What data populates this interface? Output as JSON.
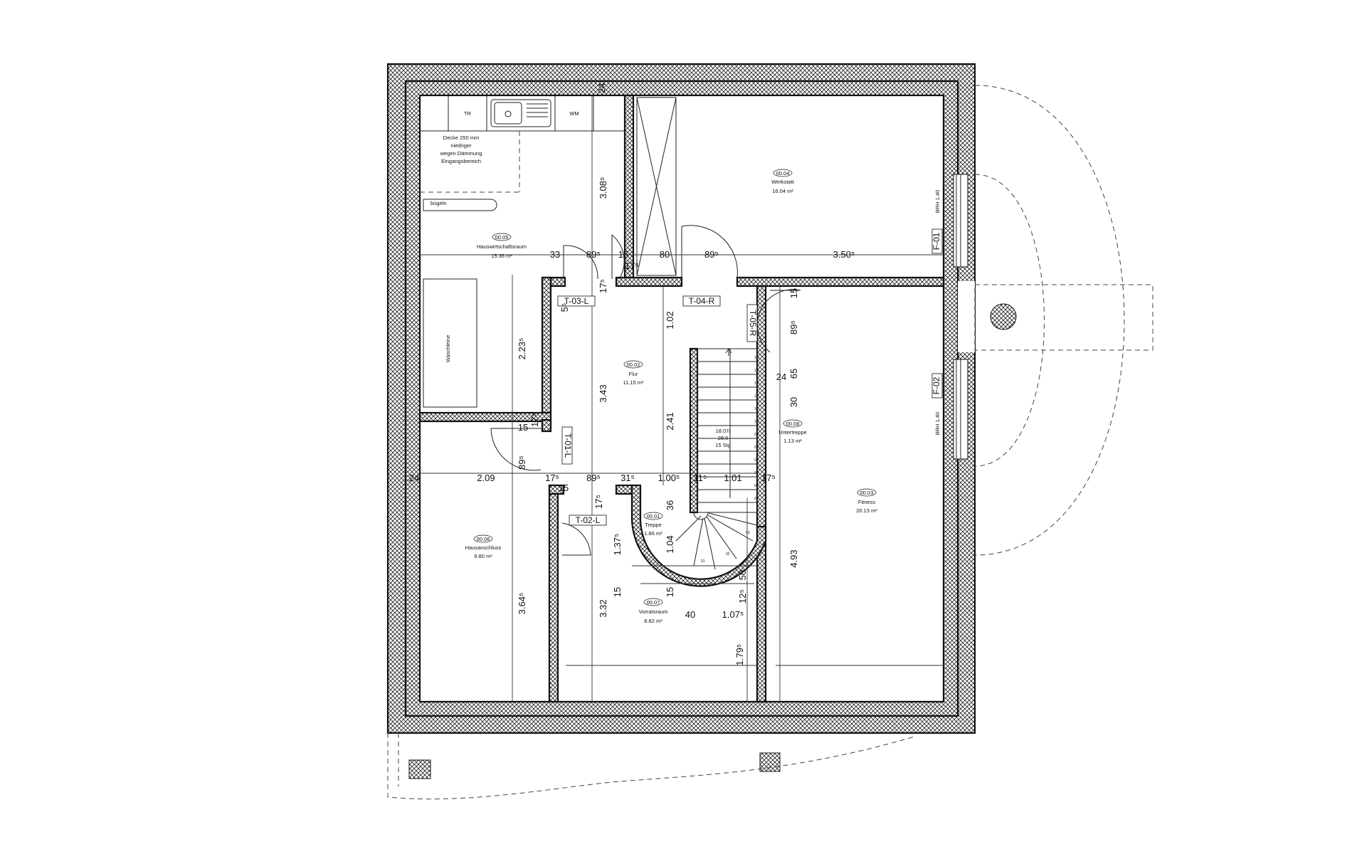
{
  "rooms": [
    {
      "id": "00.05",
      "name": "Hauswirtschaftsraum",
      "area": "15.36 m²"
    },
    {
      "id": "00.04",
      "name": "Werkstatt",
      "area": "16.04 m²"
    },
    {
      "id": "00.02",
      "name": "Flur",
      "area": "11.15 m²"
    },
    {
      "id": "00.08",
      "name": "Untertreppe",
      "area": "1.13 m²"
    },
    {
      "id": "00.03",
      "name": "Fitness",
      "area": "20.13 m²"
    },
    {
      "id": "00.06",
      "name": "Hausanschluss",
      "area": "9.80 m²"
    },
    {
      "id": "00.01",
      "name": "Treppe",
      "area": "1.86 m²"
    },
    {
      "id": "00.07",
      "name": "Vorratsraum",
      "area": "8.82 m²"
    }
  ],
  "doors": [
    "T-01-L",
    "T-02-L",
    "T-03-L",
    "T-04-R",
    "T-05-R"
  ],
  "windows": [
    "F-01",
    "F-02"
  ],
  "window_notes": [
    "BRH 1.40",
    "BRH 1.40"
  ],
  "fixtures": {
    "tr": "TR",
    "wm": "WM",
    "buegeln": "bügeln",
    "waschleine": "Waschleine"
  },
  "note": [
    "Decke 250 mm",
    "niedriger",
    "wegen Dämmung",
    "Eingangsbereich"
  ],
  "stair": {
    "spec": [
      "18.07/",
      "28.0",
      "15 Stg"
    ],
    "steps": [
      "15",
      "14",
      "13",
      "12",
      "11",
      "10",
      "09",
      "08",
      "07",
      "06",
      "05",
      "04",
      "03",
      "02",
      "01"
    ]
  },
  "dims": {
    "d33": "33",
    "d89a": "89⁵",
    "d15a": "15",
    "d175a": "17⁵",
    "d80": "80",
    "d89b": "89⁵",
    "d350": "3.50⁵",
    "d175b": "17⁵",
    "d55": "5⁵",
    "d102": "1.02",
    "d15b": "15",
    "d895v": "89⁵",
    "d24": "24",
    "d65": "65",
    "d30": "30",
    "d308": "3.08⁵",
    "d223": "2.23⁵",
    "d343": "3.43",
    "d241": "2.41",
    "d175c": "17⁵",
    "d15c": "15",
    "d24b": "24",
    "d209": "2.09",
    "d895w": "89⁵",
    "d175d": "17⁵",
    "d89c": "89⁵",
    "d315": "31⁵",
    "d100": "1.00⁵",
    "d115": "11⁵",
    "d101": "1.01",
    "d175e": "17⁵",
    "d15d": "15",
    "d175f": "17⁵",
    "d36": "36",
    "d137": "1.37⁵",
    "d104": "1.04",
    "d15e": "15",
    "d15f": "15",
    "d50": "50",
    "d125": "12⁵",
    "d364": "3.64⁵",
    "d332": "3.32",
    "d40": "40",
    "d107": "1.07⁵",
    "d179": "1.79⁵",
    "d493": "4.93",
    "d24c": "24"
  }
}
